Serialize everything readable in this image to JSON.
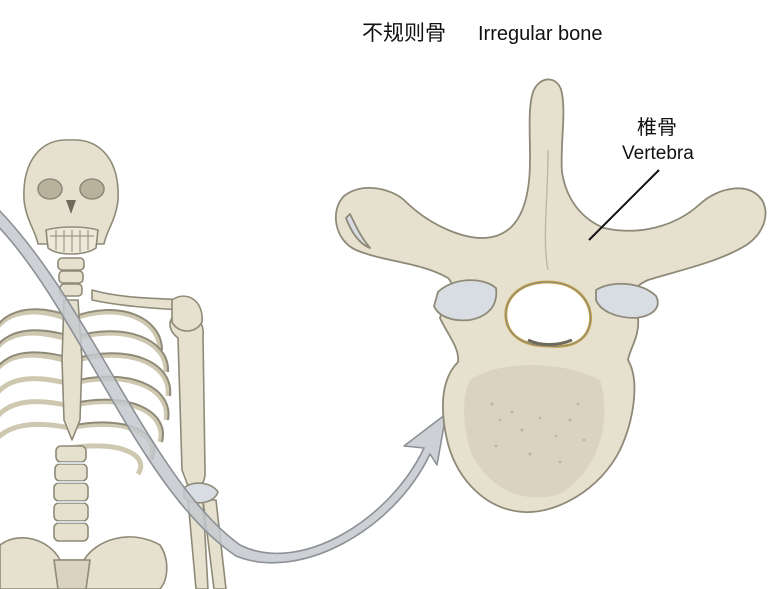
{
  "figure": {
    "title_zh": "不规则骨",
    "title_en": "Irregular bone",
    "callout": {
      "label_zh": "椎骨",
      "label_en": "Vertebra"
    }
  },
  "colors": {
    "bone_fill": "#e6e1cf",
    "bone_shade": "#cfc8b0",
    "bone_outline": "#8f8a78",
    "cartilage": "#d7dde3",
    "arrow_fill": "#c4c8cc",
    "arrow_stroke": "#8d9196",
    "foramen_rim": "#c9a84a"
  }
}
